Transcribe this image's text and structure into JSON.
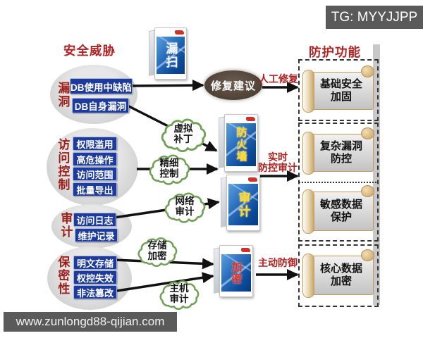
{
  "header": {
    "tg_watermark": "TG: MYYJJPP"
  },
  "footer": {
    "site_watermark": "www.zunlongd88-qijian.com"
  },
  "titles": {
    "threats": "安全威胁",
    "protections": "防护功能"
  },
  "threat_groups": [
    {
      "label": "漏洞",
      "items": [
        "DB使用中缺陷",
        "DB自身漏洞"
      ]
    },
    {
      "label": "访问控制",
      "items": [
        "权限滥用",
        "高危操作",
        "访问范围",
        "批量导出"
      ]
    },
    {
      "label": "审计",
      "items": [
        "访问日志",
        "维护记录"
      ]
    },
    {
      "label": "保密性",
      "items": [
        "明文存储",
        "权控失效",
        "非法篡改"
      ]
    }
  ],
  "products": [
    {
      "name": "漏扫"
    },
    {
      "name": "防火墙"
    },
    {
      "name": "审计"
    },
    {
      "name": "加密"
    }
  ],
  "clouds": [
    {
      "line1": "虚拟",
      "line2": "补丁"
    },
    {
      "line1": "精细",
      "line2": "控制"
    },
    {
      "line1": "网络",
      "line2": "审计"
    },
    {
      "line1": "存储",
      "line2": "加密"
    },
    {
      "line1": "主机",
      "line2": "审计"
    }
  ],
  "flow": {
    "repair_suggestion": "修复建议",
    "manual_repair": "人工修复",
    "realtime_line1": "实时",
    "realtime_line2": "防控审计",
    "active_defense": "主动防御"
  },
  "protection_items": [
    {
      "line1": "基础安全",
      "line2": "加固"
    },
    {
      "line1": "复杂漏洞",
      "line2": "防控"
    },
    {
      "line1": "敏感数据",
      "line2": "保护"
    },
    {
      "line1": "核心数据",
      "line2": "加密"
    }
  ],
  "colors": {
    "title_red": "#b22222",
    "group_label_red": "#9b1f1a",
    "threat_box_blue": "#1d3a9e",
    "cloud_border_green": "#70a055",
    "scroll_tan": "#c49a5b",
    "watermark_gray": "#5a5a5a",
    "arrow_black": "#111111"
  }
}
